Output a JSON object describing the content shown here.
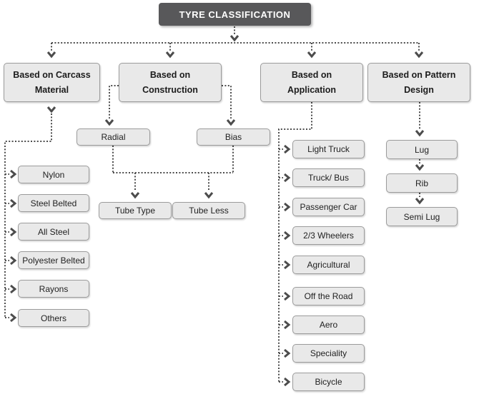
{
  "title": "TYRE CLASSIFICATION",
  "branches": {
    "carcass": {
      "lines": [
        "Based on Carcass",
        "Material"
      ],
      "items": [
        "Nylon",
        "Steel Belted",
        "All Steel",
        "Polyester Belted",
        "Rayons",
        "Others"
      ]
    },
    "construction": {
      "lines": [
        "Based on",
        "Construction"
      ],
      "types": [
        "Radial",
        "Bias"
      ],
      "subtypes": [
        "Tube Type",
        "Tube Less"
      ]
    },
    "application": {
      "lines": [
        "Based on",
        "Application"
      ],
      "items": [
        "Light Truck",
        "Truck/ Bus",
        "Passenger Car",
        "2/3 Wheelers",
        "Agricultural",
        "Off the Road",
        "Aero",
        "Speciality",
        "Bicycle"
      ]
    },
    "pattern": {
      "lines": [
        "Based on Pattern",
        "Design"
      ],
      "items": [
        "Lug",
        "Rib",
        "Semi Lug"
      ]
    }
  },
  "colors": {
    "title_bg": "#58585a",
    "title_text": "#ffffff",
    "node_bg": "#e9e9e9",
    "node_border": "#9b9b9b",
    "connector": "#4c4c4c",
    "text": "#222222"
  }
}
